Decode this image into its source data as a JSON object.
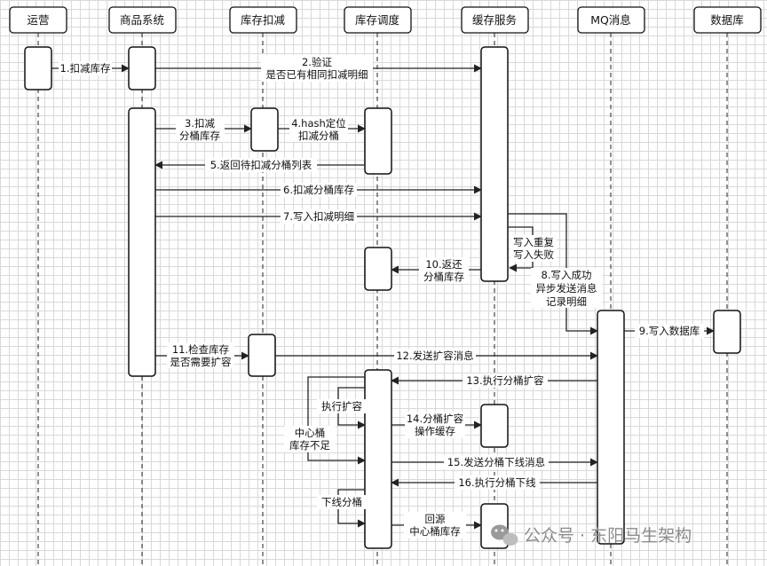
{
  "participants": [
    "运营",
    "商品系统",
    "库存扣减",
    "库存调度",
    "缓存服务",
    "MQ消息",
    "数据库"
  ],
  "messages": {
    "m1": "1.扣减库存",
    "m2": [
      "2.验证",
      "是否已有相同扣减明细"
    ],
    "m3": [
      "3.扣减",
      "分桶库存"
    ],
    "m4": [
      "4.hash定位",
      "扣减分桶"
    ],
    "m5": "5.返回待扣减分桶列表",
    "m6": "6.扣减分桶库存",
    "m7": "7.写入扣减明细",
    "retry": [
      "写入重复",
      "写入失败"
    ],
    "m8": [
      "8.写入成功",
      "异步发送消息",
      "记录明细"
    ],
    "m9": "9.写入数据库",
    "m10": [
      "10.返还",
      "分桶库存"
    ],
    "m11": [
      "11.检查库存",
      "是否需要扩容"
    ],
    "m12": "12.发送扩容消息",
    "m13": "13.执行分桶扩容",
    "exec_expand": "执行扩容",
    "center": [
      "中心桶",
      "库存不足"
    ],
    "m14": [
      "14.分桶扩容",
      "操作缓存"
    ],
    "m15": "15.发送分桶下线消息",
    "m16": "16.执行分桶下线",
    "offline": "下线分桶",
    "return_center": [
      "回源",
      "中心桶库存"
    ]
  },
  "watermark": "公众号 · 东阳马生架构"
}
